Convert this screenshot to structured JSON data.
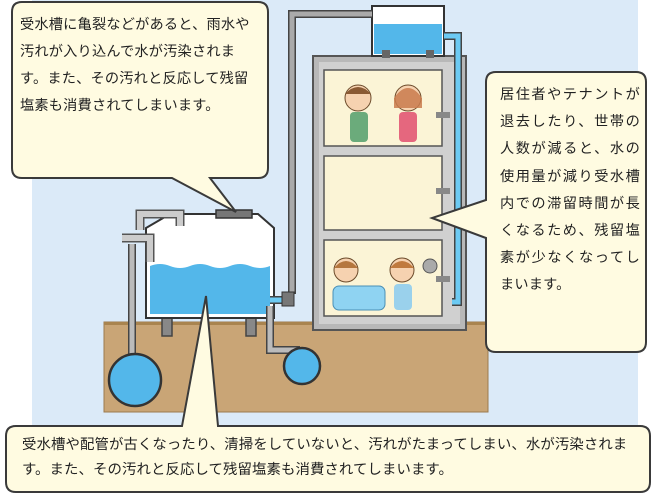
{
  "callouts": {
    "tank_crack": "受水槽に亀裂などがあると、雨水や汚れが入り込んで水が汚染されます。また、その汚れと反応して残留塩素も消費されてしまいます。",
    "occupancy": "居住者やテナントが退去したり、世帯の人数が減ると、水の使用量が減り受水槽内での滞留時間が長くなるため、残留塩素が少なくなってしまいます。",
    "aging_pipes": "受水槽や配管が古くなったり、清掃をしていないと、汚れがたまってしまい、水が汚染されます。また、その汚れと反応して残留塩素も消費されてしまいます。"
  },
  "colors": {
    "sky": "#dbeaf8",
    "ground": "#c8a676",
    "water": "#53b7ea",
    "pipe_blue": "#6ccaf3",
    "bubble_fill": "#fffbe1",
    "bubble_stroke": "#3a3a3a"
  }
}
